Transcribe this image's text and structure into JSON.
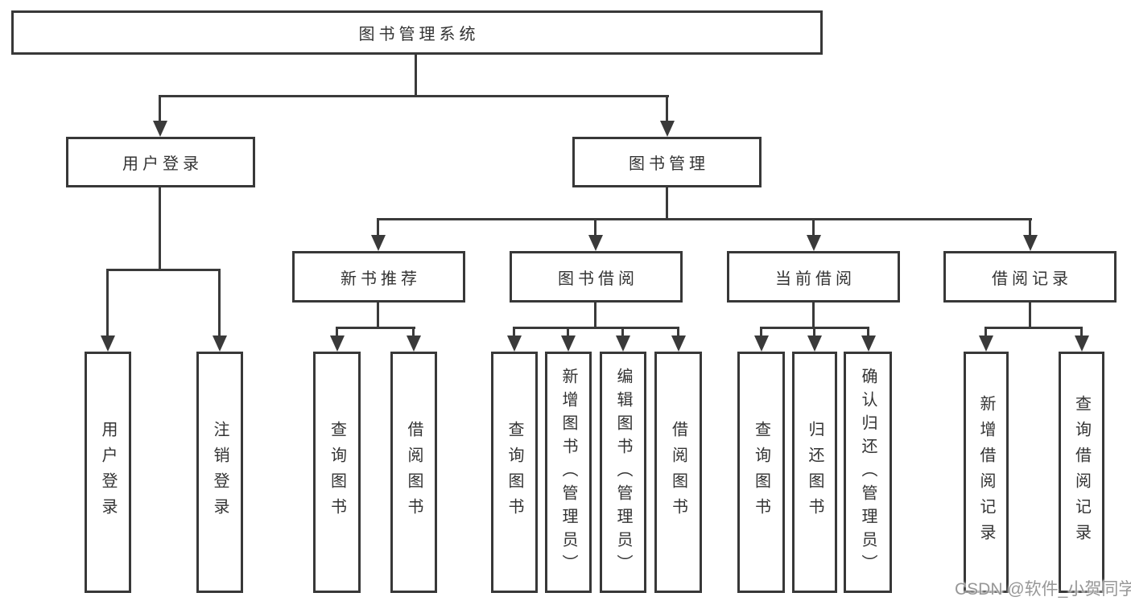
{
  "diagram": {
    "type": "function-structure-tree",
    "colors": {
      "background": "#ffffff",
      "line": "#3a3a3a",
      "box_border": "#383838",
      "text": "#333333",
      "watermark": "#979797"
    },
    "watermark": "CSDN @软件_小贺同学",
    "nodes": {
      "root": "图书管理系统",
      "user_login": "用户登录",
      "book_manage": "图书管理",
      "leaf_user_login": "用户登录",
      "leaf_logout": "注销登录",
      "new_book_rec": "新书推荐",
      "book_borrow": "图书借阅",
      "current_borrow": "当前借阅",
      "borrow_records": "借阅记录",
      "rec_query_book": "查询图书",
      "rec_borrow_book": "借阅图书",
      "bor_query_book": "查询图书",
      "bor_add_book": "新增图书（管理员）",
      "bor_edit_book": "编辑图书（管理员）",
      "bor_borrow_book": "借阅图书",
      "cur_query_book": "查询图书",
      "cur_return_book": "归还图书",
      "cur_confirm_return": "确认归还（管理员）",
      "rcd_add_record": "新增借阅记录",
      "rcd_query_record": "查询借阅记录"
    },
    "hierarchy": {
      "图书管理系统": {
        "用户登录": [
          "用户登录",
          "注销登录"
        ],
        "图书管理": {
          "新书推荐": [
            "查询图书",
            "借阅图书"
          ],
          "图书借阅": [
            "查询图书",
            "新增图书（管理员）",
            "编辑图书（管理员）",
            "借阅图书"
          ],
          "当前借阅": [
            "查询图书",
            "归还图书",
            "确认归还（管理员）"
          ],
          "借阅记录": [
            "新增借阅记录",
            "查询借阅记录"
          ]
        }
      }
    }
  }
}
